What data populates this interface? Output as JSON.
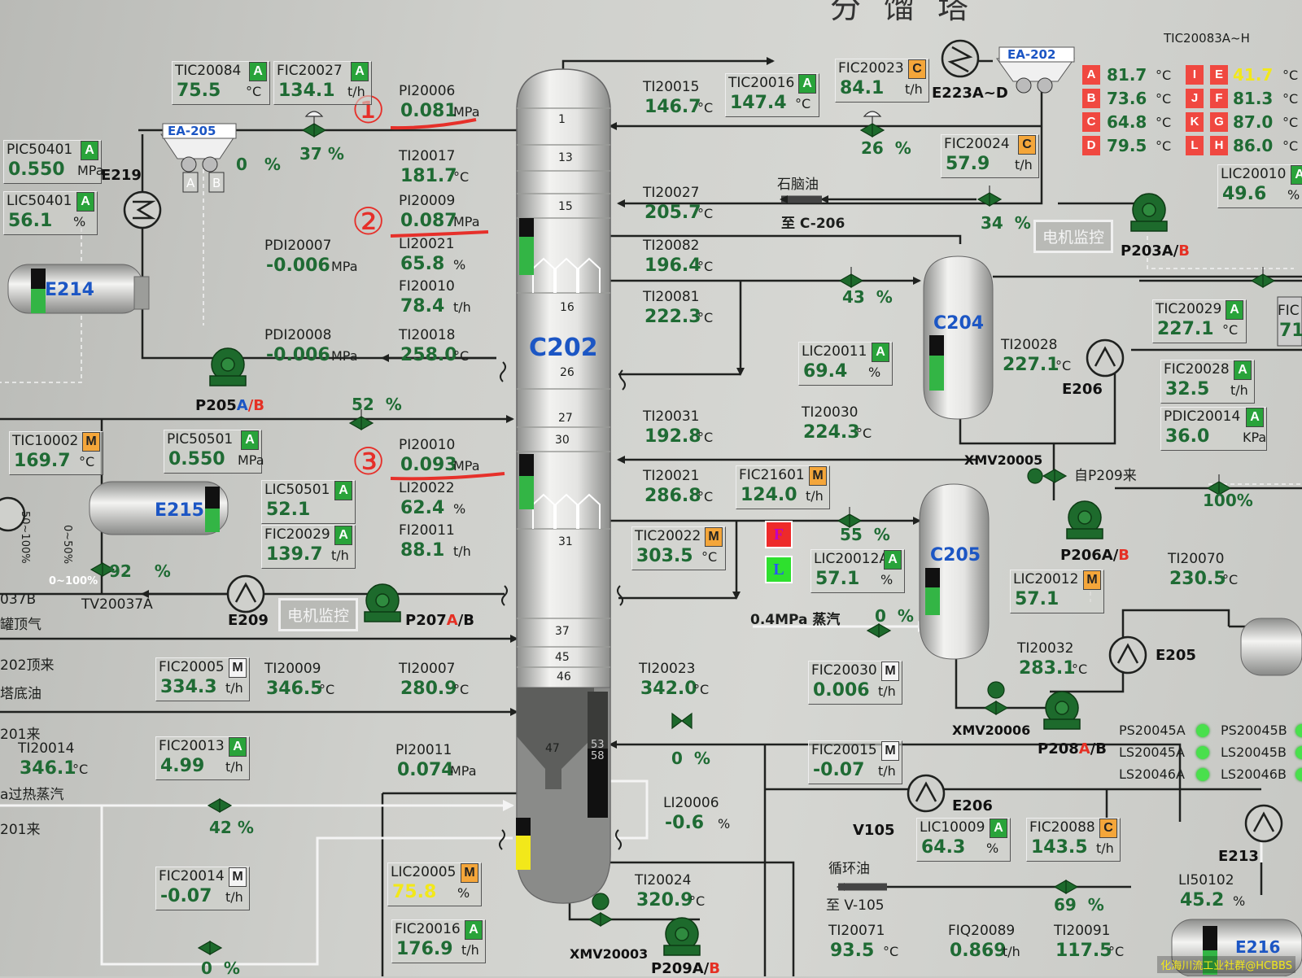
{
  "title": "分馏塔",
  "column_name": "C202",
  "tray_numbers": [
    "1",
    "13",
    "15",
    "16",
    "26",
    "27",
    "30",
    "31",
    "37",
    "45",
    "46",
    "47",
    "53",
    "58"
  ],
  "equipment": {
    "ea205": "EA-205",
    "ea205_a": "A",
    "ea205_b": "B",
    "ea202": "EA-202",
    "e219": "E219",
    "e214": "E214",
    "e215": "E215",
    "e209": "E209",
    "e223": "E223A~D",
    "c204": "C204",
    "c205": "C205",
    "e206a": "E206",
    "e206b": "E206",
    "e205": "E205",
    "e213": "E213",
    "e216": "E216",
    "v105": "V105",
    "p205": "P205",
    "p205_a": "A",
    "p205_b": "/B",
    "p207": "P207",
    "p207_a": "A",
    "p207_b": "/B",
    "p203": "P203A/",
    "p203_b": "B",
    "p206": "P206A/",
    "p206_b": "B",
    "p208": "P208",
    "p208_a": "A",
    "p208_b": "/B",
    "p209": "P209A/",
    "p209_b": "B",
    "xmv20003": "XMV20003",
    "xmv20005": "XMV20005",
    "xmv20006": "XMV20006",
    "tv20037a": "TV20037A",
    "tv_left": "037B",
    "motor_monitor": "电机监控"
  },
  "stream_labels": {
    "naphtha": "石脑油",
    "to_c206": "至 C-206",
    "steam_04": "0.4MPa 蒸汽",
    "circ_oil": "循环油",
    "to_v105": "至 V-105",
    "from_p209": "自P209来",
    "tank_top_gas": "罐顶气",
    "top_202": "202顶来",
    "tower_bottom_oil": "塔底油",
    "from_201": "201来",
    "superheated_steam": "a过热蒸汽",
    "from_201b": "201来",
    "range_50_100": "50~100%",
    "range_0_50": "0~50%",
    "range_0_100": "0~100%"
  },
  "annotations": [
    "①",
    "②",
    "③"
  ],
  "instruments": {
    "TIC20084": {
      "tag": "TIC20084",
      "mode": "A",
      "value": "75.5",
      "unit": "°C"
    },
    "FIC20027": {
      "tag": "FIC20027",
      "mode": "A",
      "value": "134.1",
      "unit": "t/h"
    },
    "PI20006": {
      "tag": "PI20006",
      "value": "0.081",
      "unit": "MPa"
    },
    "TI20015": {
      "tag": "TI20015",
      "value": "146.7",
      "unit": "°C"
    },
    "TIC20016": {
      "tag": "TIC20016",
      "mode": "A",
      "value": "147.4",
      "unit": "°C"
    },
    "FIC20023": {
      "tag": "FIC20023",
      "mode": "C",
      "value": "84.1",
      "unit": "t/h"
    },
    "PIC50401": {
      "tag": "PIC50401",
      "mode": "A",
      "value": "0.550",
      "unit": "MPa"
    },
    "LIC50401": {
      "tag": "LIC50401",
      "mode": "A",
      "value": "56.1",
      "unit": "%"
    },
    "TI20017": {
      "tag": "TI20017",
      "value": "181.7",
      "unit": "°C"
    },
    "FIC20024": {
      "tag": "FIC20024",
      "mode": "C",
      "value": "57.9",
      "unit": "t/h"
    },
    "TI20027": {
      "tag": "TI20027",
      "value": "205.7",
      "unit": "°C"
    },
    "PI20009": {
      "tag": "PI20009",
      "value": "0.087",
      "unit": "MPa"
    },
    "PDI20007": {
      "tag": "PDI20007",
      "value": "-0.006",
      "unit": "MPa"
    },
    "LI20021": {
      "tag": "LI20021",
      "value": "65.8",
      "unit": "%"
    },
    "FI20010": {
      "tag": "FI20010",
      "value": "78.4",
      "unit": "t/h"
    },
    "TI20082": {
      "tag": "TI20082",
      "value": "196.4",
      "unit": "°C"
    },
    "TI20081": {
      "tag": "TI20081",
      "value": "222.3",
      "unit": "°C"
    },
    "PDI20008": {
      "tag": "PDI20008",
      "value": "-0.006",
      "unit": "MPa"
    },
    "TI20018": {
      "tag": "TI20018",
      "value": "258.0",
      "unit": "°C"
    },
    "LIC20010": {
      "tag": "LIC20010",
      "mode": "A",
      "value": "49.6",
      "unit": "%"
    },
    "TIC20029": {
      "tag": "TIC20029",
      "mode": "A",
      "value": "227.1",
      "unit": "°C"
    },
    "FIC_R": {
      "tag": "FIC",
      "value": "71",
      "unit": ""
    },
    "TI20028": {
      "tag": "TI20028",
      "value": "227.1",
      "unit": "°C"
    },
    "LIC20011": {
      "tag": "LIC20011",
      "mode": "A",
      "value": "69.4",
      "unit": "%"
    },
    "FIC20028": {
      "tag": "FIC20028",
      "mode": "A",
      "value": "32.5",
      "unit": "t/h"
    },
    "PDIC20014": {
      "tag": "PDIC20014",
      "mode": "A",
      "value": "36.0",
      "unit": "KPa"
    },
    "TIC10002": {
      "tag": "TIC10002",
      "mode": "M",
      "value": "169.7",
      "unit": "°C"
    },
    "PIC50501": {
      "tag": "PIC50501",
      "mode": "A",
      "value": "0.550",
      "unit": "MPa"
    },
    "TI20031": {
      "tag": "TI20031",
      "value": "192.8",
      "unit": "°C"
    },
    "TI20030": {
      "tag": "TI20030",
      "value": "224.3",
      "unit": "°C"
    },
    "PI20010": {
      "tag": "PI20010",
      "value": "0.093",
      "unit": "MPa"
    },
    "LIC50501": {
      "tag": "LIC50501",
      "mode": "A",
      "value": "52.1",
      "unit": ""
    },
    "LI20022": {
      "tag": "LI20022",
      "value": "62.4",
      "unit": "%"
    },
    "FIC20029": {
      "tag": "FIC20029",
      "mode": "A",
      "value": "139.7",
      "unit": "t/h"
    },
    "FI20011": {
      "tag": "FI20011",
      "value": "88.1",
      "unit": "t/h"
    },
    "TI20021": {
      "tag": "TI20021",
      "value": "286.8",
      "unit": "°C"
    },
    "FIC21601": {
      "tag": "FIC21601",
      "mode": "M",
      "value": "124.0",
      "unit": "t/h"
    },
    "TIC20022": {
      "tag": "TIC20022",
      "mode": "M",
      "value": "303.5",
      "unit": "°C"
    },
    "LIC20012A": {
      "tag": "LIC20012A",
      "mode": "A",
      "value": "57.1",
      "unit": "%"
    },
    "LIC20012": {
      "tag": "LIC20012",
      "mode": "M",
      "value": "57.1",
      "unit": ""
    },
    "TI20070": {
      "tag": "TI20070",
      "value": "230.5",
      "unit": "°C"
    },
    "FIC20005": {
      "tag": "FIC20005",
      "mode": "M",
      "value": "334.3",
      "unit": "t/h"
    },
    "TI20009": {
      "tag": "TI20009",
      "value": "346.5",
      "unit": "°C"
    },
    "TI20007": {
      "tag": "TI20007",
      "value": "280.9",
      "unit": "°C"
    },
    "TI20023": {
      "tag": "TI20023",
      "value": "342.0",
      "unit": "°C"
    },
    "FIC20030": {
      "tag": "FIC20030",
      "mode": "M",
      "value": "0.006",
      "unit": "t/h"
    },
    "TI20032": {
      "tag": "TI20032",
      "value": "283.1",
      "unit": "°C"
    },
    "TI20014": {
      "tag": "TI20014",
      "value": "346.1",
      "unit": "°C"
    },
    "FIC20013": {
      "tag": "FIC20013",
      "mode": "A",
      "value": "4.99",
      "unit": "t/h"
    },
    "PI20011": {
      "tag": "PI20011",
      "value": "0.074",
      "unit": "MPa"
    },
    "FIC20015": {
      "tag": "FIC20015",
      "mode": "M",
      "value": "-0.07",
      "unit": "t/h"
    },
    "LI20006": {
      "tag": "LI20006",
      "value": "-0.6",
      "unit": "%"
    },
    "LIC10009": {
      "tag": "LIC10009",
      "mode": "A",
      "value": "64.3",
      "unit": "%"
    },
    "FIC20088": {
      "tag": "FIC20088",
      "mode": "C",
      "value": "143.5",
      "unit": "t/h"
    },
    "FIC20014": {
      "tag": "FIC20014",
      "mode": "M",
      "value": "-0.07",
      "unit": "t/h"
    },
    "LIC20005": {
      "tag": "LIC20005",
      "mode": "M",
      "value": "75.8",
      "unit": "%"
    },
    "TI20024": {
      "tag": "TI20024",
      "value": "320.9",
      "unit": "°C"
    },
    "LI50102": {
      "tag": "LI50102",
      "value": "45.2",
      "unit": "%"
    },
    "FIC20016": {
      "tag": "FIC20016",
      "mode": "A",
      "value": "176.9",
      "unit": "t/h"
    },
    "TI20071": {
      "tag": "TI20071",
      "value": "93.5",
      "unit": "°C"
    },
    "FIQ20089": {
      "tag": "FIQ20089",
      "value": "0.869",
      "unit": "t/h"
    },
    "TI20091": {
      "tag": "TI20091",
      "value": "117.5",
      "unit": "°C"
    }
  },
  "valve_openings": {
    "v37": "37",
    "v26": "26",
    "v34": "34",
    "v43": "43",
    "v52": "52",
    "v92": "92",
    "v55": "55",
    "v0a": "0",
    "v100": "100",
    "v0b": "0",
    "v42": "42",
    "v0c": "0",
    "v69": "69",
    "ea205_pct": "0"
  },
  "percent_sign": "%",
  "tic20083": {
    "title": "TIC20083A~H",
    "rows": [
      {
        "l1": "A",
        "v1": "81.7",
        "l2": "I",
        "l3": "E",
        "v3": "41.7"
      },
      {
        "l1": "B",
        "v1": "73.6",
        "l2": "J",
        "l3": "F",
        "v3": "81.3"
      },
      {
        "l1": "C",
        "v1": "64.8",
        "l2": "K",
        "l3": "G",
        "v3": "87.0"
      },
      {
        "l1": "D",
        "v1": "79.5",
        "l2": "L",
        "l3": "H",
        "v3": "86.0"
      }
    ],
    "unit": "°C"
  },
  "switches": [
    "PS20045A",
    "PS20045B",
    "LS20045A",
    "LS20045B",
    "LS20046A",
    "LS20046B"
  ],
  "fl_buttons": {
    "f": "F",
    "l": "L"
  },
  "watermark": "化海川流工业社群@HCBBS",
  "levels": {
    "c202_upper": 0.65,
    "c202_lower": 0.6,
    "c202_bottom": 0.5,
    "e214": 0.55,
    "e215": 0.55,
    "c204": 0.6,
    "c205": 0.55,
    "e216": 0.5
  },
  "colors": {
    "value_green": "#1f6b34",
    "pipe": "#1f211f",
    "steam": "#f4f4f4",
    "annot_red": "#e6302a",
    "equip_green": "#1d6a2c"
  }
}
